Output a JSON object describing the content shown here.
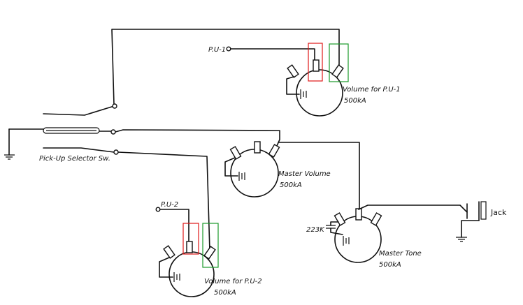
{
  "labels": {
    "pu1": "P.U-1",
    "pu2": "P.U-2",
    "vol1_name": "Volume for P.U-1",
    "vol1_value": "500kA",
    "vol2_name": "Volume for P.U-2",
    "vol2_value": "500kA",
    "master_vol_name": "Master Volume",
    "master_vol_value": "500kA",
    "master_tone_name": "Master Tone",
    "master_tone_value": "500kA",
    "cap": "223K",
    "jack": "Jack",
    "selector": "Pick-Up Selector Sw."
  },
  "colors": {
    "highlight_red": "#e01818",
    "highlight_green": "#1a9a2a"
  }
}
